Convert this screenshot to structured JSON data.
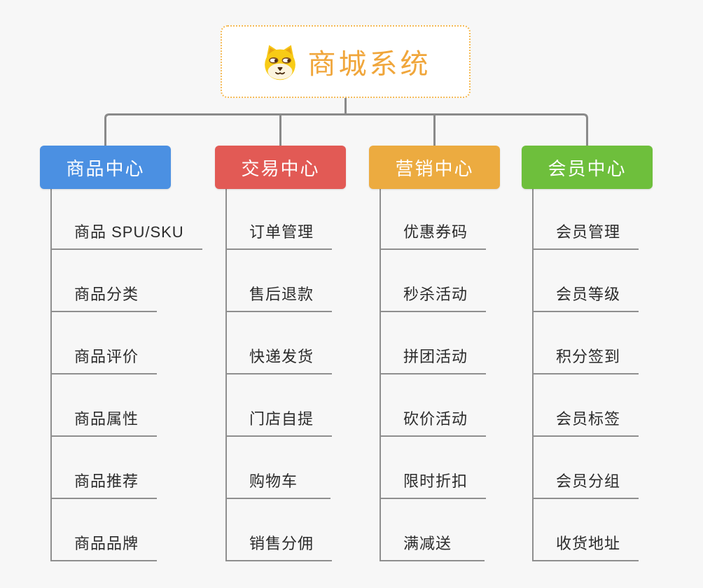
{
  "page": {
    "background_color": "#f7f7f7",
    "connector_color": "#8a8a8a"
  },
  "root": {
    "title": "商城系统",
    "icon": "dog-face-icon",
    "title_color": "#f0a63b",
    "border_color": "#f5ba55"
  },
  "branches": [
    {
      "label": "商品中心",
      "color": "#4b90e2",
      "children": [
        "商品 SPU/SKU",
        "商品分类",
        "商品评价",
        "商品属性",
        "商品推荐",
        "商品品牌"
      ]
    },
    {
      "label": "交易中心",
      "color": "#e25a55",
      "children": [
        "订单管理",
        "售后退款",
        "快递发货",
        "门店自提",
        "购物车",
        "销售分佣"
      ]
    },
    {
      "label": "营销中心",
      "color": "#ecab40",
      "children": [
        "优惠券码",
        "秒杀活动",
        "拼团活动",
        "砍价活动",
        "限时折扣",
        "满减送"
      ]
    },
    {
      "label": "会员中心",
      "color": "#6ebf3c",
      "children": [
        "会员管理",
        "会员等级",
        "积分签到",
        "会员标签",
        "会员分组",
        "收货地址"
      ]
    }
  ]
}
